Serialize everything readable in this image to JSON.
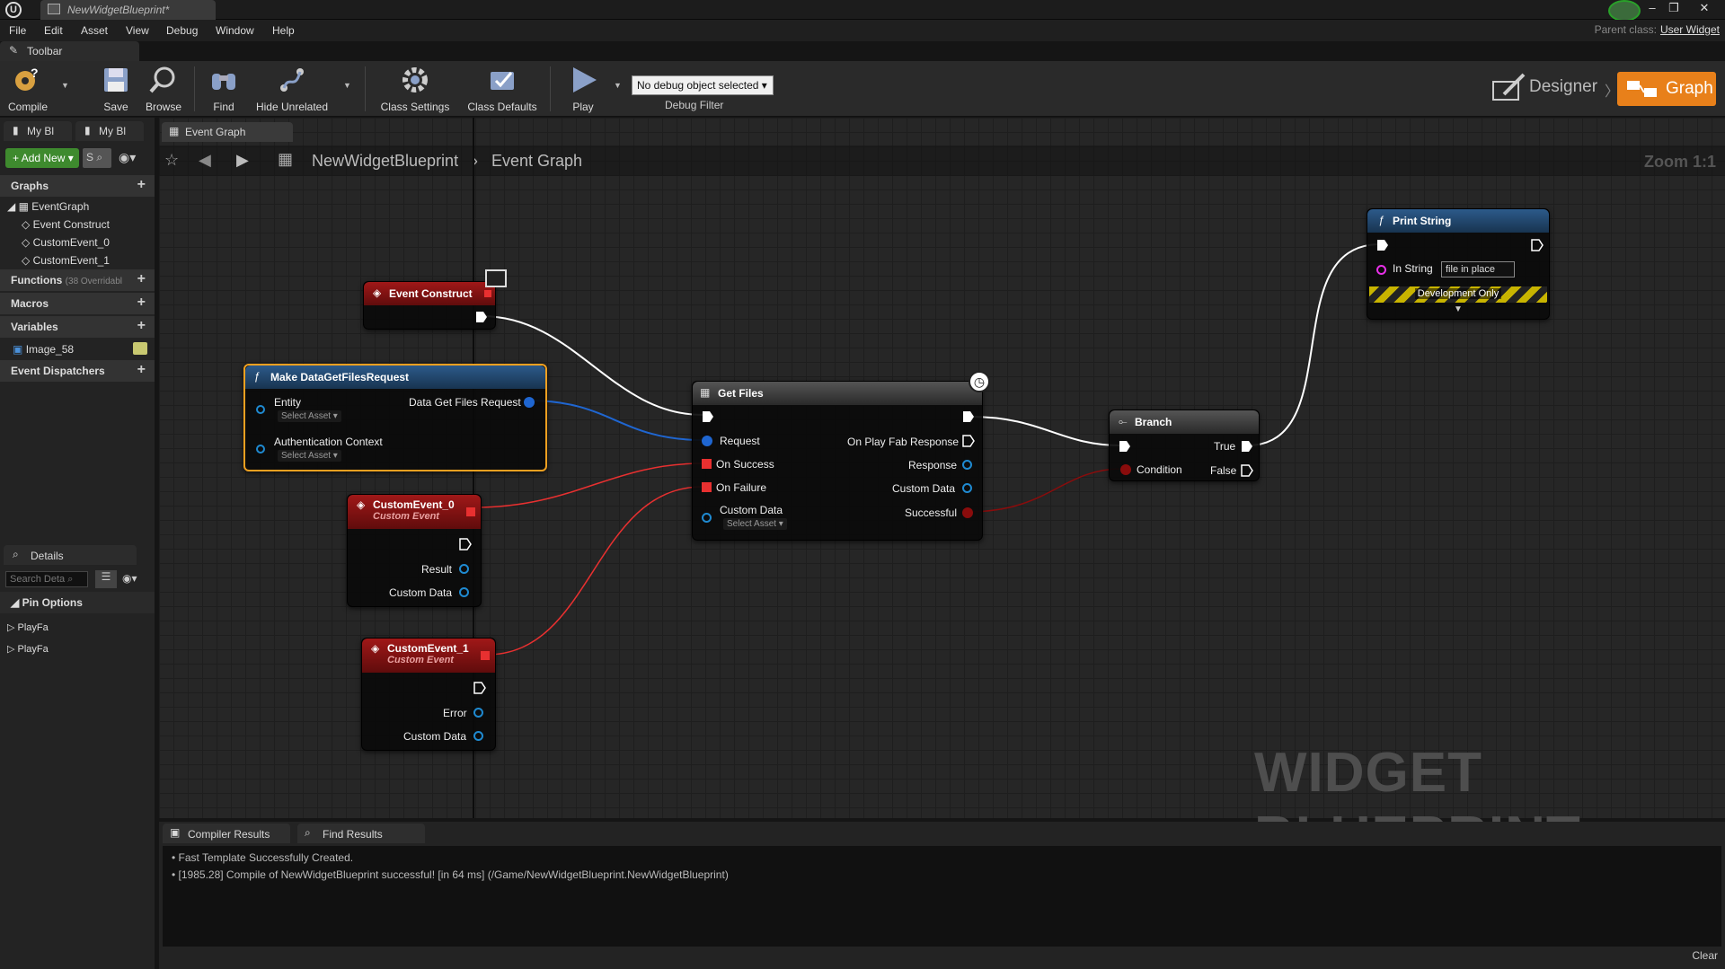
{
  "window": {
    "title": "NewWidgetBlueprint*",
    "parent_class_label": "Parent class:",
    "parent_class_value": "User Widget"
  },
  "menu": [
    "File",
    "Edit",
    "Asset",
    "View",
    "Debug",
    "Window",
    "Help"
  ],
  "toolbar": {
    "tab": "Toolbar",
    "compile": "Compile",
    "save": "Save",
    "browse": "Browse",
    "find": "Find",
    "hide_unrelated": "Hide Unrelated",
    "class_settings": "Class Settings",
    "class_defaults": "Class Defaults",
    "play": "Play",
    "debug_select": "No debug object selected",
    "debug_filter": "Debug Filter",
    "designer": "Designer",
    "graph": "Graph"
  },
  "left": {
    "tab1": "My Bl",
    "tab2": "My Bl",
    "add_new": "Add New",
    "search": "S",
    "graphs": "Graphs",
    "event_graph": "EventGraph",
    "graph_items": [
      "Event Construct",
      "CustomEvent_0",
      "CustomEvent_1"
    ],
    "functions": "Functions",
    "functions_note": "(38 Overridabl",
    "macros": "Macros",
    "variables": "Variables",
    "var_items": [
      "Image_58"
    ],
    "dispatchers": "Event Dispatchers",
    "details_tab": "Details",
    "details_search": "Search Deta",
    "pin_options": "Pin Options",
    "pin_items": [
      "PlayFa",
      "PlayFa"
    ]
  },
  "graph_tab": "Event Graph",
  "breadcrumb": {
    "root": "NewWidgetBlueprint",
    "current": "Event Graph"
  },
  "zoom": "Zoom 1:1",
  "watermark": "WIDGET BLUEPRINT",
  "nodes": {
    "event_construct": {
      "title": "Event Construct"
    },
    "make_request": {
      "title": "Make DataGetFilesRequest",
      "entity": "Entity",
      "select_asset": "Select Asset",
      "auth": "Authentication Context",
      "output": "Data Get Files Request"
    },
    "custom0": {
      "title": "CustomEvent_0",
      "subtitle": "Custom Event",
      "pins": [
        "Result",
        "Custom Data"
      ]
    },
    "custom1": {
      "title": "CustomEvent_1",
      "subtitle": "Custom Event",
      "pins": [
        "Error",
        "Custom Data"
      ]
    },
    "get_files": {
      "title": "Get Files",
      "inputs": [
        "Request",
        "On Success",
        "On Failure",
        "Custom Data"
      ],
      "outputs": [
        "On Play Fab Response",
        "Response",
        "Custom Data",
        "Successful"
      ],
      "select_asset": "Select Asset"
    },
    "branch": {
      "title": "Branch",
      "condition": "Condition",
      "true": "True",
      "false": "False"
    },
    "print_string": {
      "title": "Print String",
      "in_string": "In String",
      "value": "file in place",
      "dev_only": "Development Only"
    }
  },
  "bottom": {
    "tab1": "Compiler Results",
    "tab2": "Find Results",
    "lines": [
      "Fast Template Successfully Created.",
      "[1985.28] Compile of NewWidgetBlueprint successful! [in 64 ms] (/Game/NewWidgetBlueprint.NewWidgetBlueprint)"
    ],
    "clear": "Clear"
  },
  "colors": {
    "accent": "#e8801a",
    "exec": "#ffffff",
    "struct": "#1f66d1",
    "delegate": "#e83030",
    "bool": "#8a0c0c",
    "string": "#e830e8"
  }
}
